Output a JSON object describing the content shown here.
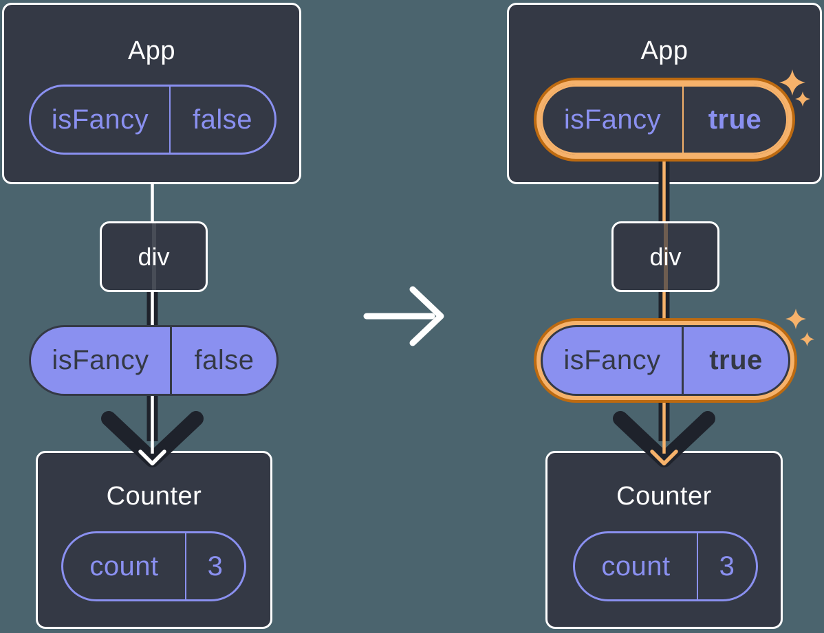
{
  "colors": {
    "background": "#4b646e",
    "card": "#343945",
    "card_border": "#ffffff",
    "purple": "#8a90f0",
    "ink": "#343945",
    "flow_dark": "#1e222b",
    "orange_light": "#f6b26b",
    "orange_dark": "#bd6a10",
    "white": "#ffffff"
  },
  "icons": {
    "transition": "arrow-right",
    "highlight": "sparkle",
    "flow": "arrow-down"
  },
  "before": {
    "app": {
      "title": "App",
      "prop_name": "isFancy",
      "prop_value": "false"
    },
    "div_label": "div",
    "prop": {
      "name": "isFancy",
      "value": "false"
    },
    "counter": {
      "title": "Counter",
      "state_name": "count",
      "state_value": "3"
    }
  },
  "after": {
    "app": {
      "title": "App",
      "prop_name": "isFancy",
      "prop_value": "true"
    },
    "div_label": "div",
    "prop": {
      "name": "isFancy",
      "value": "true"
    },
    "counter": {
      "title": "Counter",
      "state_name": "count",
      "state_value": "3"
    }
  }
}
